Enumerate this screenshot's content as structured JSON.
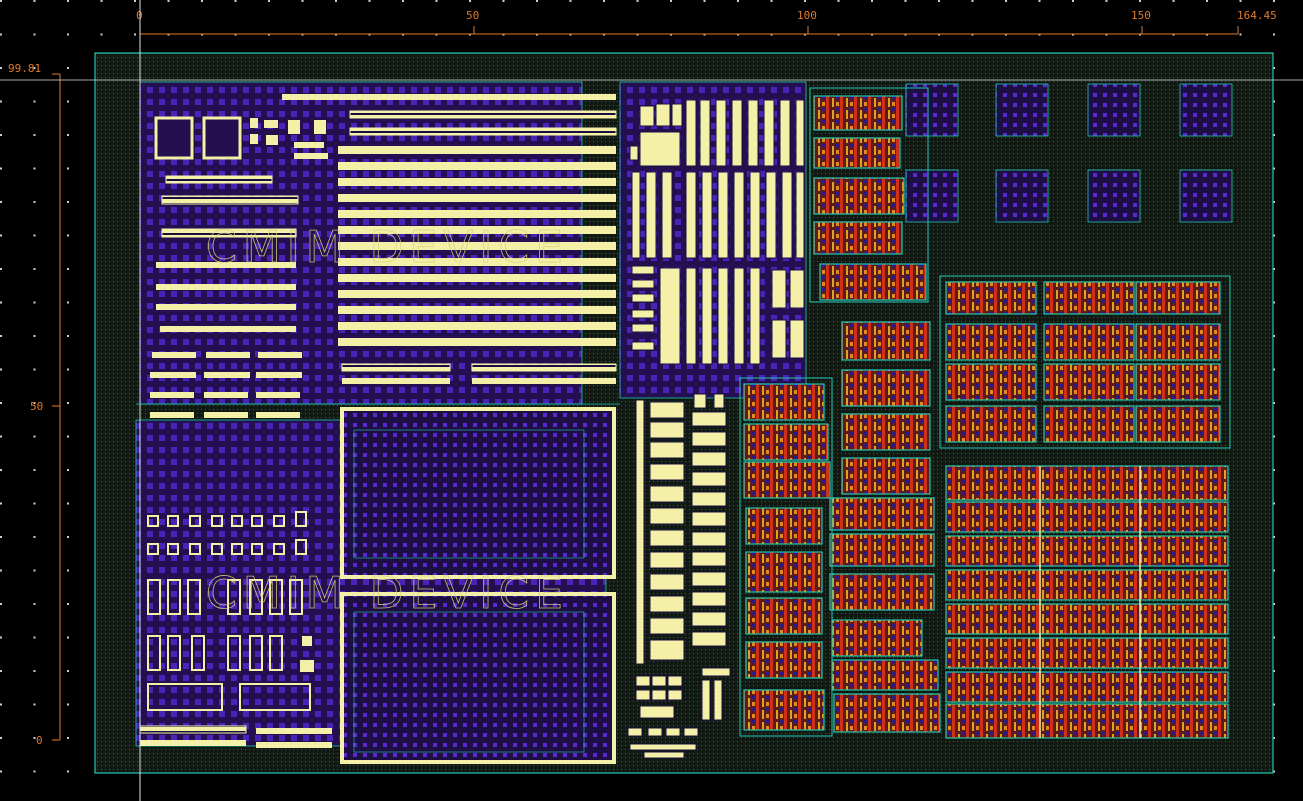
{
  "viewer": {
    "x_ruler_ticks": [
      "0",
      "50",
      "100",
      "150",
      "164.45"
    ],
    "y_ruler_ticks": [
      "99.81",
      "50",
      "0"
    ]
  },
  "layout_labels": {
    "top_block_label": "CMIM DEVICE",
    "bottom_block_label": "CMIM DEVICE"
  },
  "colors": {
    "background": "#000000",
    "grid_dots": "#cfcfcf",
    "ruler": "#e07a2a",
    "boundary": "#20c8b0",
    "metal_purple": "#3a1a9a",
    "metal_yellow": "#f4f0a8",
    "poly_red": "#d0301a",
    "active_orange": "#e08a20",
    "crosshair": "#e0e0e0"
  }
}
